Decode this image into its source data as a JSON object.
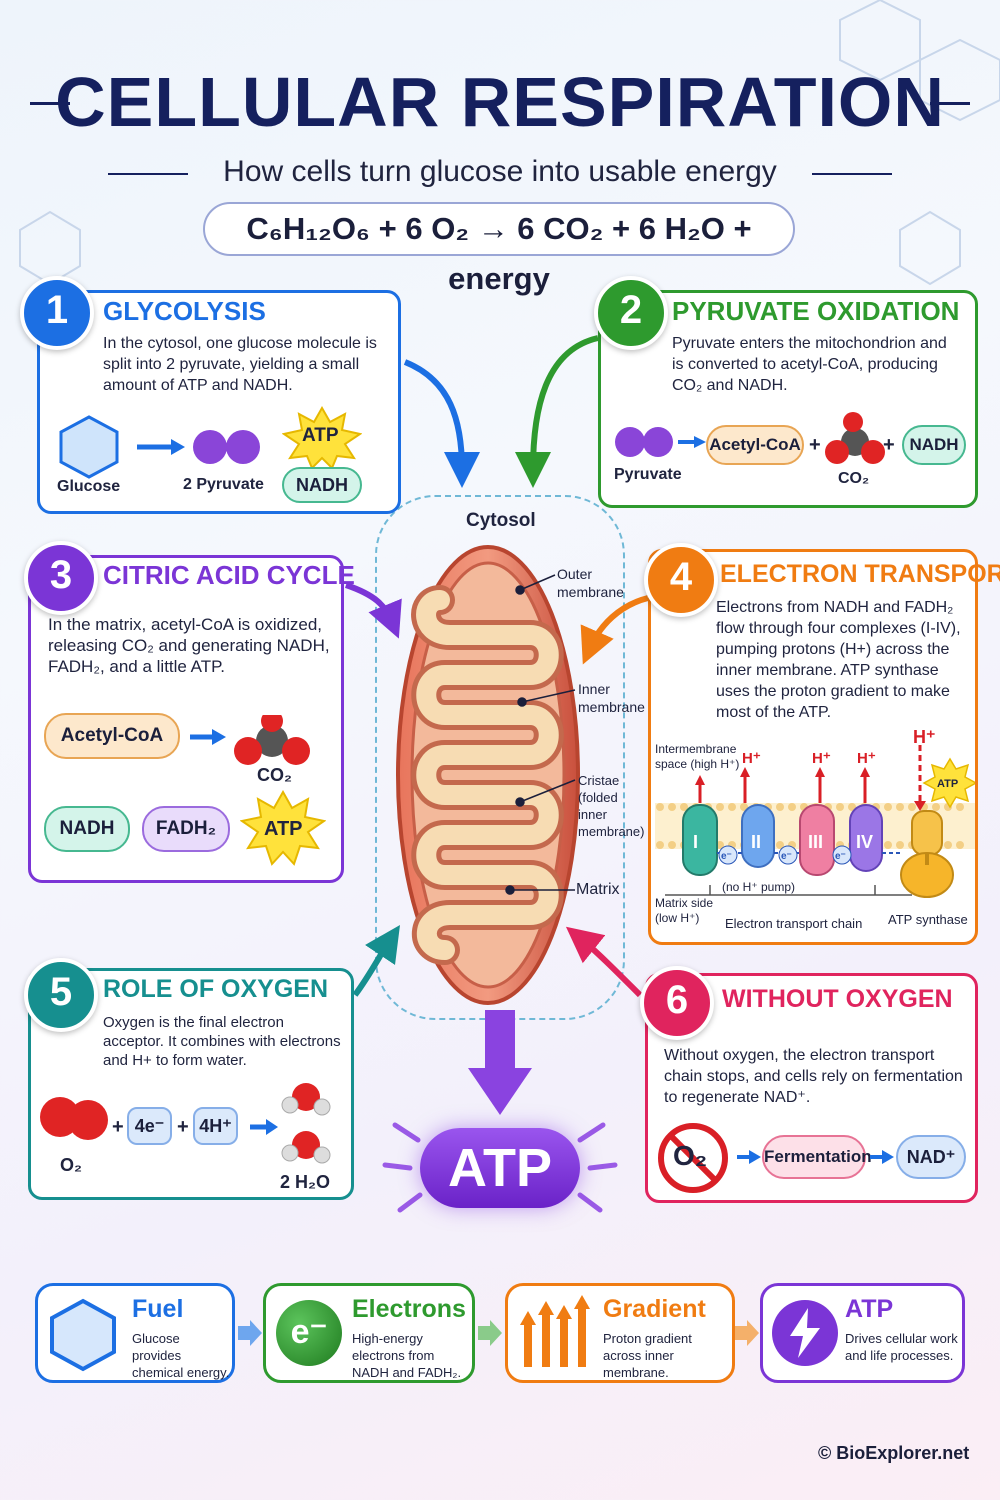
{
  "title": "CELLULAR RESPIRATION",
  "subtitle": "How cells turn glucose into usable energy",
  "equation": "C₆H₁₂O₆ + 6 O₂ → 6 CO₂ + 6 H₂O + energy",
  "colors": {
    "blue": "#1c6fe3",
    "green": "#2e9a2e",
    "purple": "#7b35d6",
    "orange": "#f07c12",
    "teal": "#168f8f",
    "red": "#e0245e",
    "navy": "#15205e"
  },
  "steps": {
    "s1": {
      "number": "1",
      "title": "GLYCOLYSIS",
      "text": "In the cytosol, one glucose molecule is split into 2 pyruvate, yielding a small amount of ATP and NADH.",
      "glucose": "Glucose",
      "pyruvate": "2 Pyruvate",
      "atp": "ATP",
      "nadh": "NADH"
    },
    "s2": {
      "number": "2",
      "title": "PYRUVATE OXIDATION",
      "text": "Pyruvate enters the mitochondrion and is converted to acetyl-CoA, producing CO₂ and NADH.",
      "pyruvate": "Pyruvate",
      "acetyl": "Acetyl-CoA",
      "co2": "CO₂",
      "nadh": "NADH",
      "plus": "+"
    },
    "s3": {
      "number": "3",
      "title": "CITRIC ACID CYCLE",
      "text": "In the matrix, acetyl-CoA is oxidized, releasing CO₂ and generating NADH, FADH₂, and a little ATP.",
      "acetyl": "Acetyl-CoA",
      "co2": "CO₂",
      "nadh": "NADH",
      "fadh": "FADH₂",
      "atp": "ATP"
    },
    "s4": {
      "number": "4",
      "title": "ELECTRON TRANSPORT",
      "text": "Electrons from NADH and FADH₂ flow through four complexes (I-IV), pumping protons (H+) across the inner membrane. ATP synthase uses the proton gradient to make most of the ATP.",
      "ims": "Intermembrane space (high H⁺)",
      "matrix_side": "Matrix side (low H⁺)",
      "etc": "Electron transport chain",
      "synthase": "ATP synthase",
      "no_pump": "(no H⁺ pump)",
      "hplus": "H⁺",
      "electron": "e⁻",
      "atp": "ATP",
      "complexes": [
        "I",
        "II",
        "III",
        "IV"
      ]
    },
    "s5": {
      "number": "5",
      "title": "ROLE OF OXYGEN",
      "text": "Oxygen is the final electron acceptor. It combines with electrons and H+ to form water.",
      "o2": "O₂",
      "electrons": "4e⁻",
      "protons": "4H⁺",
      "water": "2 H₂O",
      "plus": "+"
    },
    "s6": {
      "number": "6",
      "title": "WITHOUT OXYGEN",
      "text": "Without oxygen, the electron transport chain stops, and cells rely on fermentation to regenerate NAD⁺.",
      "o2": "O₂",
      "fermentation": "Fermentation",
      "nad": "NAD⁺"
    }
  },
  "mito": {
    "cytosol": "Cytosol",
    "outer": "Outer membrane",
    "inner": "Inner membrane",
    "cristae": "Cristae (folded inner membrane)",
    "matrix": "Matrix"
  },
  "center_atp": "ATP",
  "summary": [
    {
      "title": "Fuel",
      "text": "Glucose provides chemical energy.",
      "icon": "hexagon-icon"
    },
    {
      "title": "Electrons",
      "text": "High-energy electrons from NADH and FADH₂.",
      "icon": "electron-icon",
      "symbol": "e⁻"
    },
    {
      "title": "Gradient",
      "text": "Proton gradient across inner membrane.",
      "icon": "up-arrows-icon"
    },
    {
      "title": "ATP",
      "text": "Drives cellular work and life processes.",
      "icon": "lightning-icon"
    }
  ],
  "footer": "© BioExplorer.net"
}
